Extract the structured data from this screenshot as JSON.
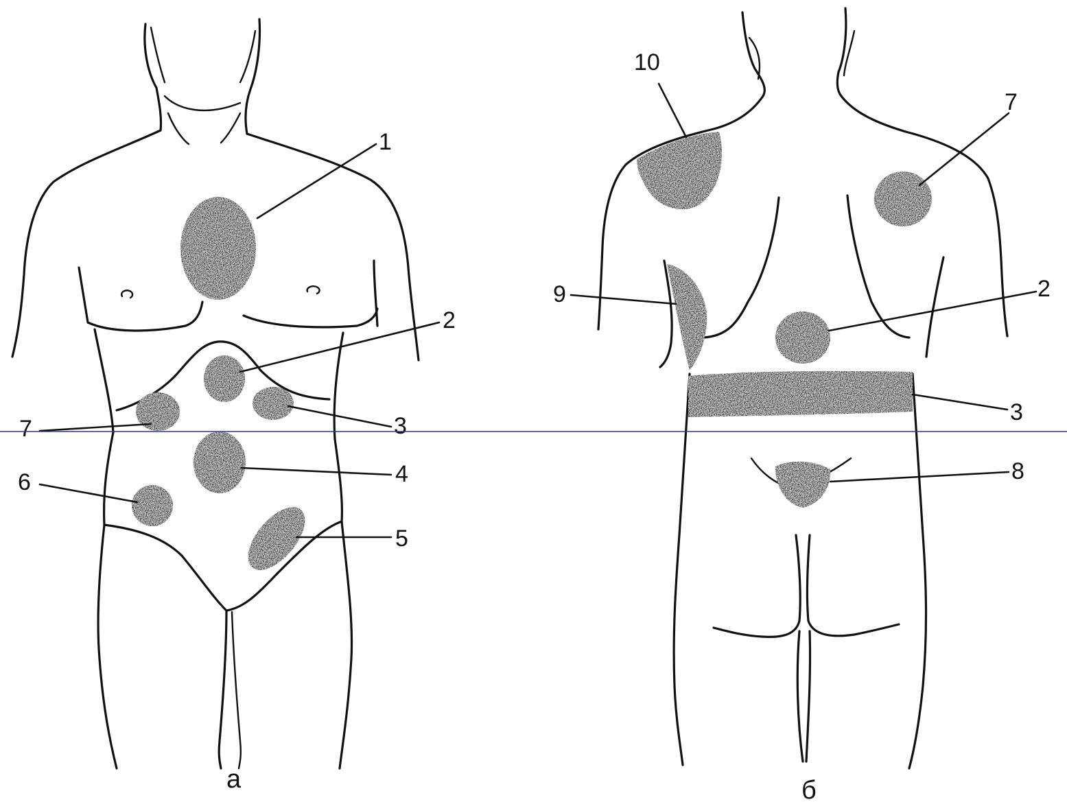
{
  "colors": {
    "ink": "#111111",
    "zone": "#141414",
    "guide": "#2e3a8c",
    "background": "#ffffff"
  },
  "panels": {
    "front": {
      "label": "а",
      "numbers": {
        "n1": "1",
        "n2": "2",
        "n3": "3",
        "n4": "4",
        "n5": "5",
        "n6": "6",
        "n7": "7"
      }
    },
    "back": {
      "label": "б",
      "numbers": {
        "n10": "10",
        "n7": "7",
        "n9": "9",
        "n2": "2",
        "n3": "3",
        "n8": "8"
      }
    }
  }
}
